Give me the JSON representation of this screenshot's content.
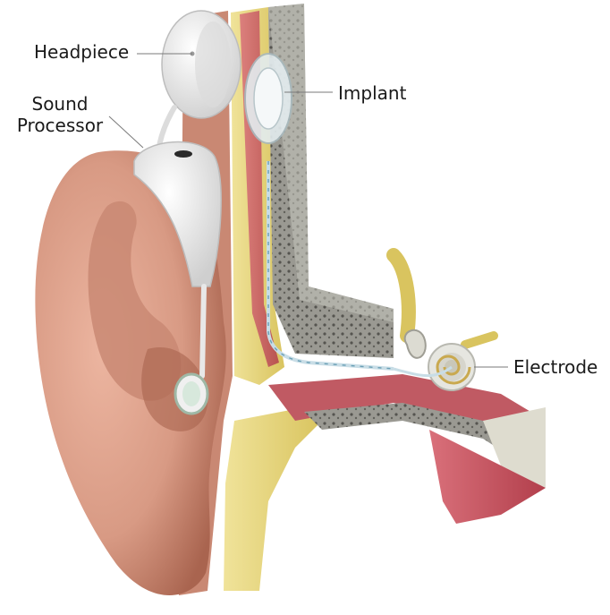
{
  "labels": {
    "headpiece": "Headpiece",
    "sound_processor_line1": "Sound",
    "sound_processor_line2": "Processor",
    "implant": "Implant",
    "electrode": "Electrode"
  },
  "colors": {
    "skin": "#d89a84",
    "skin_dark": "#b97862",
    "fat_yellow": "#e8d77a",
    "muscle_red": "#c9505c",
    "bone_gray": "#8a8a84",
    "device_white": "#f2f2f2",
    "label_line": "#7a7a7a"
  },
  "icons": [
    "ear-anatomy-illustration",
    "headpiece-device",
    "sound-processor-device",
    "implant-receiver",
    "electrode-array",
    "cochlea-shell"
  ]
}
